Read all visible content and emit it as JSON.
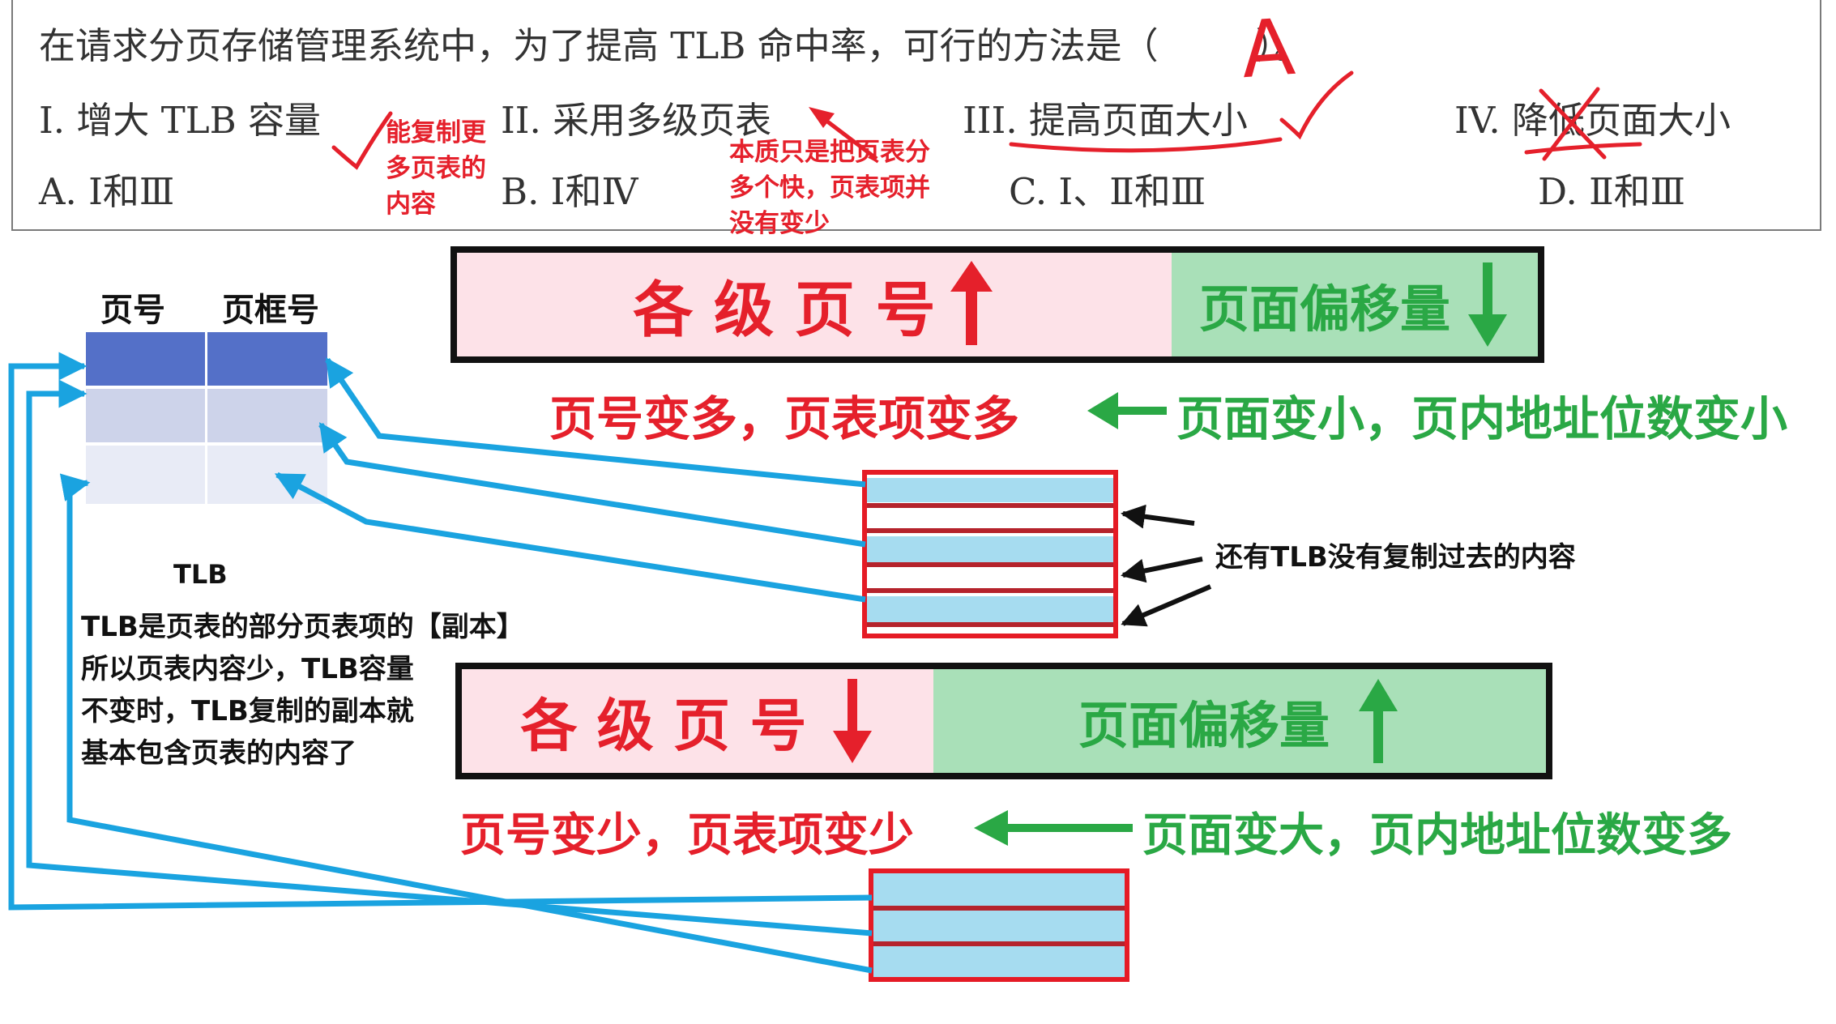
{
  "question": {
    "stem": "在请求分页存储管理系统中，为了提高 TLB 命中率，可行的方法是（",
    "stem_end": "）。",
    "handwritten_answer": "A",
    "statements": [
      "I. 增大 TLB 容量",
      "II. 采用多级页表",
      "III. 提高页面大小",
      "IV. 降低页面大小"
    ],
    "options": [
      "A. Ⅰ和Ⅲ",
      "B. Ⅰ和Ⅳ",
      "C. Ⅰ、Ⅱ和Ⅲ",
      "D. Ⅱ和Ⅲ"
    ]
  },
  "annotations": {
    "note_i": [
      "能复制更",
      "多页表的",
      "内容"
    ],
    "note_ii": [
      "本质只是把页表分",
      "多个快，页表项并",
      "没有变少"
    ],
    "missing_note": "还有TLB没有复制过去的内容"
  },
  "tlb": {
    "col_page": "页号",
    "col_frame": "页框号",
    "caption": "TLB",
    "explanation": [
      "TLB是页表的部分页表项的【副本】",
      "所以页表内容少，TLB容量",
      "不变时，TLB复制的副本就",
      "基本包含页表的内容了"
    ]
  },
  "bar_top": {
    "page_number_label": "各 级 页 号",
    "offset_label": "页面偏移量",
    "page_arrow": "up",
    "offset_arrow": "down",
    "effect_left": "页号变多，页表项变多",
    "effect_right": "页面变小，页内地址位数变小"
  },
  "bar_bottom": {
    "page_number_label": "各 级 页 号",
    "offset_label": "页面偏移量",
    "page_arrow": "down",
    "offset_arrow": "up",
    "effect_left": "页号变少，页表项变少",
    "effect_right": "页面变大，页内地址位数变多"
  },
  "colors": {
    "red": "#e5202b",
    "green": "#2aa845",
    "blue_arrow": "#1aa3e0",
    "tlb_dark": "#5470c8",
    "tlb_light": "#cdd3ea"
  }
}
